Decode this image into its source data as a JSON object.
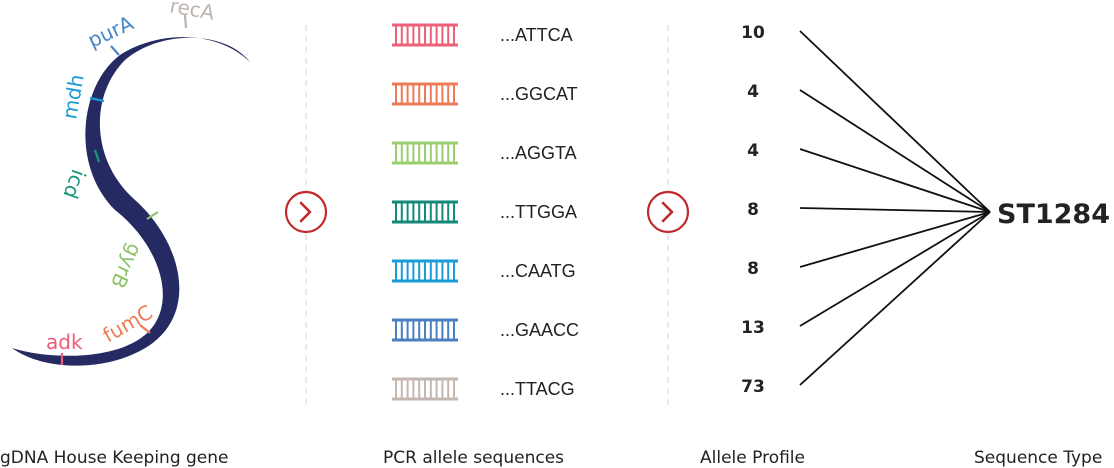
{
  "genes": [
    {
      "label": "purA",
      "color": "#4a85c8"
    },
    {
      "label": "recA",
      "color": "#bfb4ad"
    },
    {
      "label": "mdh",
      "color": "#1b9bd7"
    },
    {
      "label": "icd",
      "color": "#15987c"
    },
    {
      "label": "gyrB",
      "color": "#8cc46a"
    },
    {
      "label": "fumC",
      "color": "#ef7a56"
    },
    {
      "label": "adk",
      "color": "#ec5d7a"
    }
  ],
  "sequences": [
    {
      "text": "...ATTCA",
      "color": "#ec6078"
    },
    {
      "text": "...GGCAT",
      "color": "#ef7a56"
    },
    {
      "text": "...AGGTA",
      "color": "#9acd6e"
    },
    {
      "text": "...TTGGA",
      "color": "#148a78"
    },
    {
      "text": "...CAATG",
      "color": "#1b9bd7"
    },
    {
      "text": "...GAACC",
      "color": "#4a7fc0"
    },
    {
      "text": "...TTACG",
      "color": "#c3b7b1"
    }
  ],
  "allele_profile": [
    "10",
    "4",
    "4",
    "8",
    "8",
    "13",
    "73"
  ],
  "sequence_type": "ST1284",
  "captions": {
    "genome": "gDNA House Keeping gene",
    "pcr": "PCR allele sequences",
    "profile": "Allele Profile",
    "type": "Sequence Type"
  },
  "colors": {
    "chromosome": "#262a63",
    "arrow_circle": "#c0282d",
    "divider": "#d5d5d5",
    "line": "#111111"
  }
}
